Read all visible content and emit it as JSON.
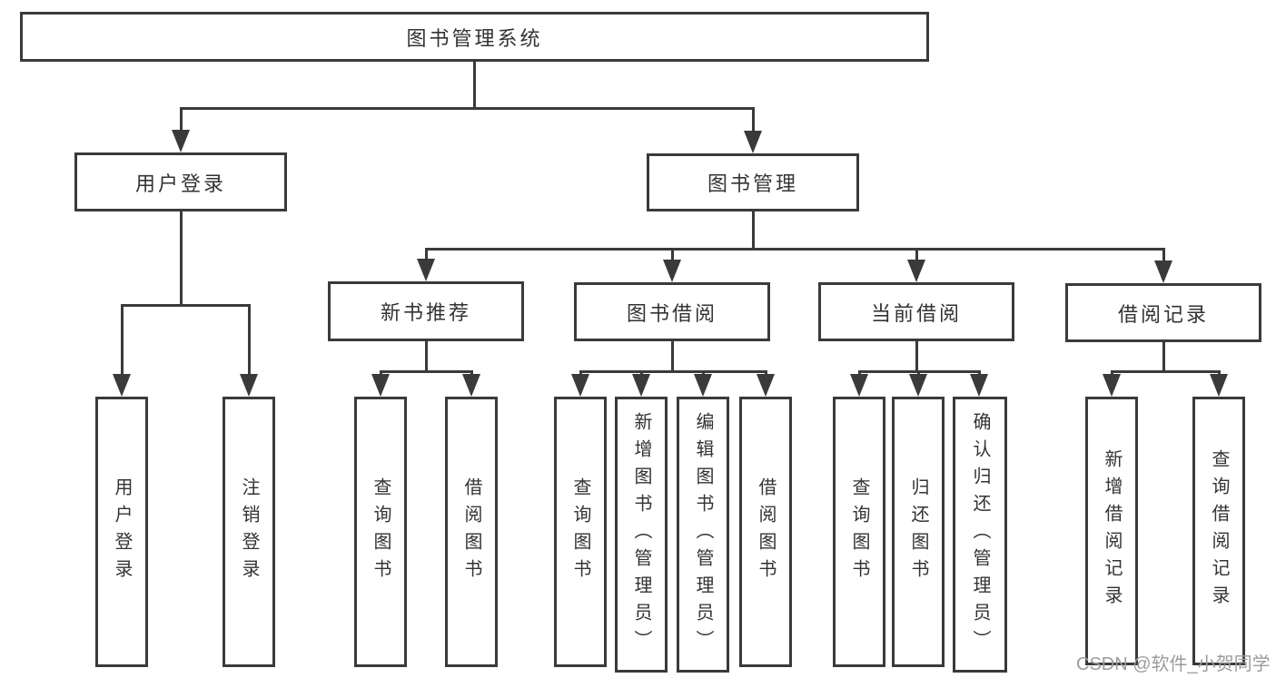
{
  "root": {
    "label": "图书管理系统"
  },
  "level2": {
    "user_login": {
      "label": "用户登录"
    },
    "book_management": {
      "label": "图书管理"
    }
  },
  "level3": {
    "new_book_recommend": {
      "label": "新书推荐"
    },
    "book_borrow": {
      "label": "图书借阅"
    },
    "current_borrow": {
      "label": "当前借阅"
    },
    "borrow_record": {
      "label": "借阅记录"
    }
  },
  "leaves": {
    "user_login": {
      "label": "用户登录"
    },
    "logout": {
      "label": "注销登录"
    },
    "query_books_recommend": {
      "label": "查询图书"
    },
    "borrow_books_recommend": {
      "label": "借阅图书"
    },
    "query_books_borrow": {
      "label": "查询图书"
    },
    "add_books_admin": {
      "label": "新增图书（管理员）"
    },
    "edit_books_admin": {
      "label": "编辑图书（管理员）"
    },
    "borrow_books_borrow": {
      "label": "借阅图书"
    },
    "query_books_current": {
      "label": "查询图书"
    },
    "return_books": {
      "label": "归还图书"
    },
    "confirm_return_admin": {
      "label": "确认归还（管理员）"
    },
    "add_borrow_record": {
      "label": "新增借阅记录"
    },
    "query_borrow_record": {
      "label": "查询借阅记录"
    }
  },
  "watermark": {
    "text": "CSDN @软件_小贺同学"
  },
  "colors": {
    "line": "#3a3a3a",
    "text": "#333333",
    "watermark": "#9c9c9c",
    "background": "#ffffff"
  }
}
